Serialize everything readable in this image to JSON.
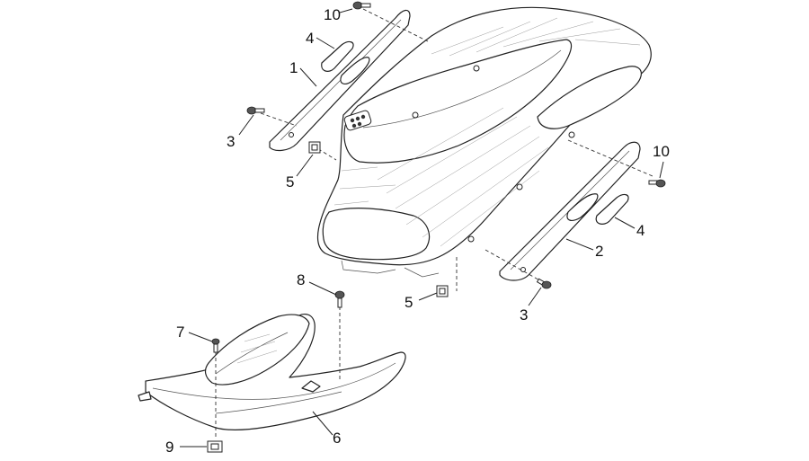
{
  "callouts": [
    {
      "id": "c10a",
      "label": "10"
    },
    {
      "id": "c4a",
      "label": "4"
    },
    {
      "id": "c1",
      "label": "1"
    },
    {
      "id": "c3a",
      "label": "3"
    },
    {
      "id": "c5a",
      "label": "5"
    },
    {
      "id": "c10b",
      "label": "10"
    },
    {
      "id": "c4b",
      "label": "4"
    },
    {
      "id": "c2",
      "label": "2"
    },
    {
      "id": "c3b",
      "label": "3"
    },
    {
      "id": "c5b",
      "label": "5"
    },
    {
      "id": "c8",
      "label": "8"
    },
    {
      "id": "c7",
      "label": "7"
    },
    {
      "id": "c6",
      "label": "6"
    },
    {
      "id": "c9",
      "label": "9"
    }
  ]
}
